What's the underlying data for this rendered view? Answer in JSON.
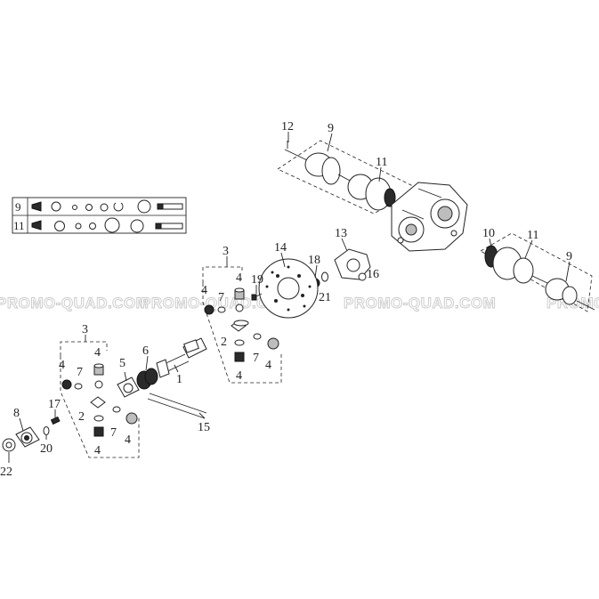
{
  "watermark": {
    "text_1": "PROMO-QUAD.COM",
    "text_2": "PROMO-QUAD.COM",
    "text_3": "PROMO-QUAD.COM",
    "text_4": "PROMO-QUAD.COM"
  },
  "legend": {
    "row_1": "9",
    "row_2": "11"
  },
  "callouts": {
    "c12": "12",
    "c9_top": "9",
    "c11_top": "11",
    "c10": "10",
    "c11_right": "11",
    "c9_right": "9",
    "c13": "13",
    "c16": "16",
    "c18": "18",
    "c21": "21",
    "c14": "14",
    "c19": "19",
    "c3_upper": "3",
    "c4_u1": "4",
    "c4_u2": "4",
    "c7_u1": "7",
    "c2_u": "2",
    "c7_u2": "7",
    "c4_u3": "4",
    "c4_u4": "4",
    "c6": "6",
    "c1": "1",
    "c15": "15",
    "c3_lower": "3",
    "c4_l1": "4",
    "c4_l2": "4",
    "c5": "5",
    "c7_l1": "7",
    "c2_l": "2",
    "c7_l2": "7",
    "c4_l3": "4",
    "c4_l4": "4",
    "c17": "17",
    "c8": "8",
    "c20": "20",
    "c22": "22"
  }
}
